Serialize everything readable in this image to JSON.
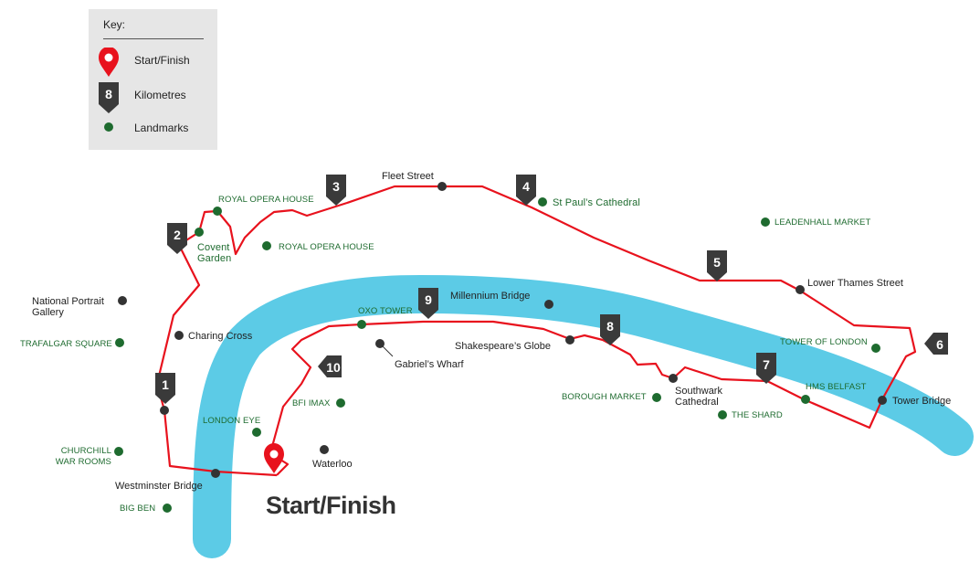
{
  "key": {
    "title": "Key:",
    "items": [
      {
        "label": "Start/Finish",
        "icon": "map-pin-icon"
      },
      {
        "label": "Kilometres",
        "icon": "km-marker-icon",
        "sample": "8"
      },
      {
        "label": "Landmarks",
        "icon": "landmark-dot-icon"
      }
    ]
  },
  "colors": {
    "route": "#e8121d",
    "river": "#5ccbe6",
    "marker": "#3a3a3a",
    "point": "#333333",
    "landmark": "#1e6b2f"
  },
  "km_markers": [
    "1",
    "2",
    "3",
    "4",
    "5",
    "6",
    "7",
    "8",
    "9",
    "10"
  ],
  "points": {
    "fleet_street": "Fleet Street",
    "lower_thames_street": "Lower Thames Street",
    "national_portrait_gallery": "National Portrait Gallery",
    "charing_cross": "Charing Cross",
    "millennium_bridge": "Millennium Bridge",
    "shakespeares_globe": "Shakespeare’s Globe",
    "gabriels_wharf": "Gabriel’s Wharf",
    "southwark_cathedral": "Southwark Cathedral",
    "tower_bridge": "Tower Bridge",
    "westminster_bridge": "Westminster Bridge",
    "waterloo": "Waterloo"
  },
  "landmarks": {
    "royal_opera_house_1": "ROYAL OPERA HOUSE",
    "royal_opera_house_2": "ROYAL OPERA HOUSE",
    "covent_garden": "Covent Garden",
    "st_pauls": "St Paul’s Cathedral",
    "leadenhall_market": "LEADENHALL MARKET",
    "trafalgar_square": "TRAFALGAR SQUARE",
    "oxo_tower": "OXO TOWER",
    "tower_of_london": "TOWER OF LONDON",
    "hms_belfast": "HMS BELFAST",
    "borough_market": "BOROUGH MARKET",
    "the_shard": "THE SHARD",
    "bfi_imax": "BFI IMAX",
    "london_eye": "LONDON EYE",
    "churchill_war_rooms": "CHURCHILL WAR ROOMS",
    "big_ben": "BIG BEN"
  },
  "start_finish_caption": "Start/Finish"
}
